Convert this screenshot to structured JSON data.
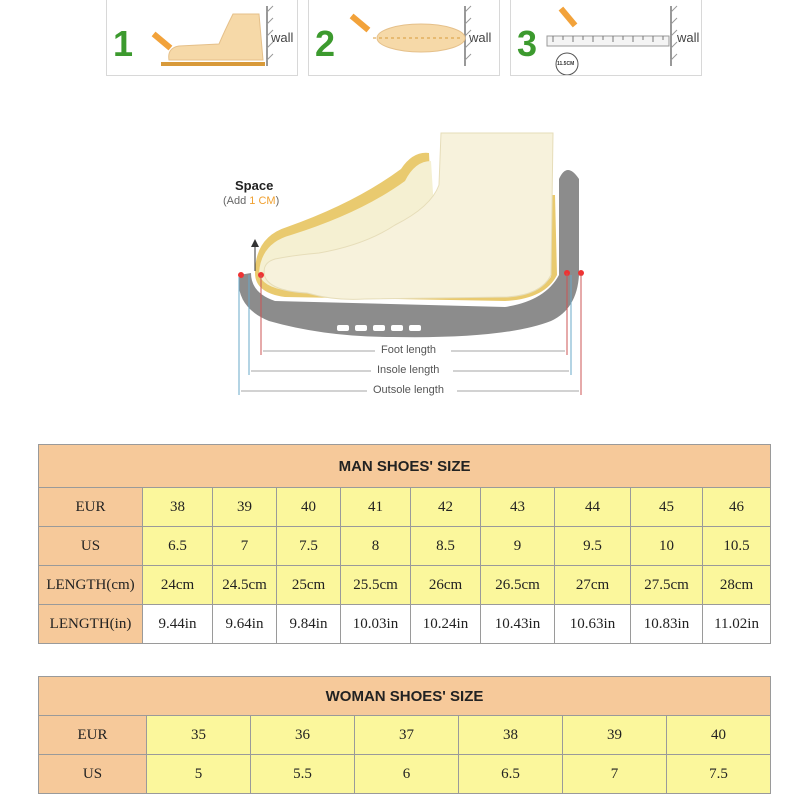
{
  "steps": [
    {
      "number": "1",
      "wall_label": "wall"
    },
    {
      "number": "2",
      "wall_label": "wall"
    },
    {
      "number": "3",
      "wall_label": "wall",
      "ruler_note": "11.5CM"
    }
  ],
  "diagram": {
    "space_label": "Space",
    "space_note_prefix": "(Add ",
    "space_note_highlight": "1 CM",
    "space_note_suffix": ")",
    "foot_length": "Foot length",
    "insole_length": "Insole length",
    "outsole_length": "Outsole length"
  },
  "man_table": {
    "title": "MAN SHOES' SIZE",
    "rows": [
      {
        "label": "EUR",
        "values": [
          "38",
          "39",
          "40",
          "41",
          "42",
          "43",
          "44",
          "45",
          "46"
        ]
      },
      {
        "label": "US",
        "values": [
          "6.5",
          "7",
          "7.5",
          "8",
          "8.5",
          "9",
          "9.5",
          "10",
          "10.5"
        ]
      },
      {
        "label": "LENGTH(cm)",
        "values": [
          "24cm",
          "24.5cm",
          "25cm",
          "25.5cm",
          "26cm",
          "26.5cm",
          "27cm",
          "27.5cm",
          "28cm"
        ]
      },
      {
        "label": "LENGTH(in)",
        "values": [
          "9.44in",
          "9.64in",
          "9.84in",
          "10.03in",
          "10.24in",
          "10.43in",
          "10.63in",
          "10.83in",
          "11.02in"
        ]
      }
    ]
  },
  "woman_table": {
    "title": "WOMAN SHOES' SIZE",
    "rows": [
      {
        "label": "EUR",
        "values": [
          "35",
          "36",
          "37",
          "38",
          "39",
          "40"
        ]
      },
      {
        "label": "US",
        "values": [
          "5",
          "5.5",
          "6",
          "6.5",
          "7",
          "7.5"
        ]
      }
    ]
  },
  "colors": {
    "header_cell": "#f6c99a",
    "value_cell": "#fbf79c",
    "step_number": "#3c9a2e",
    "space_highlight": "#f0a030"
  }
}
